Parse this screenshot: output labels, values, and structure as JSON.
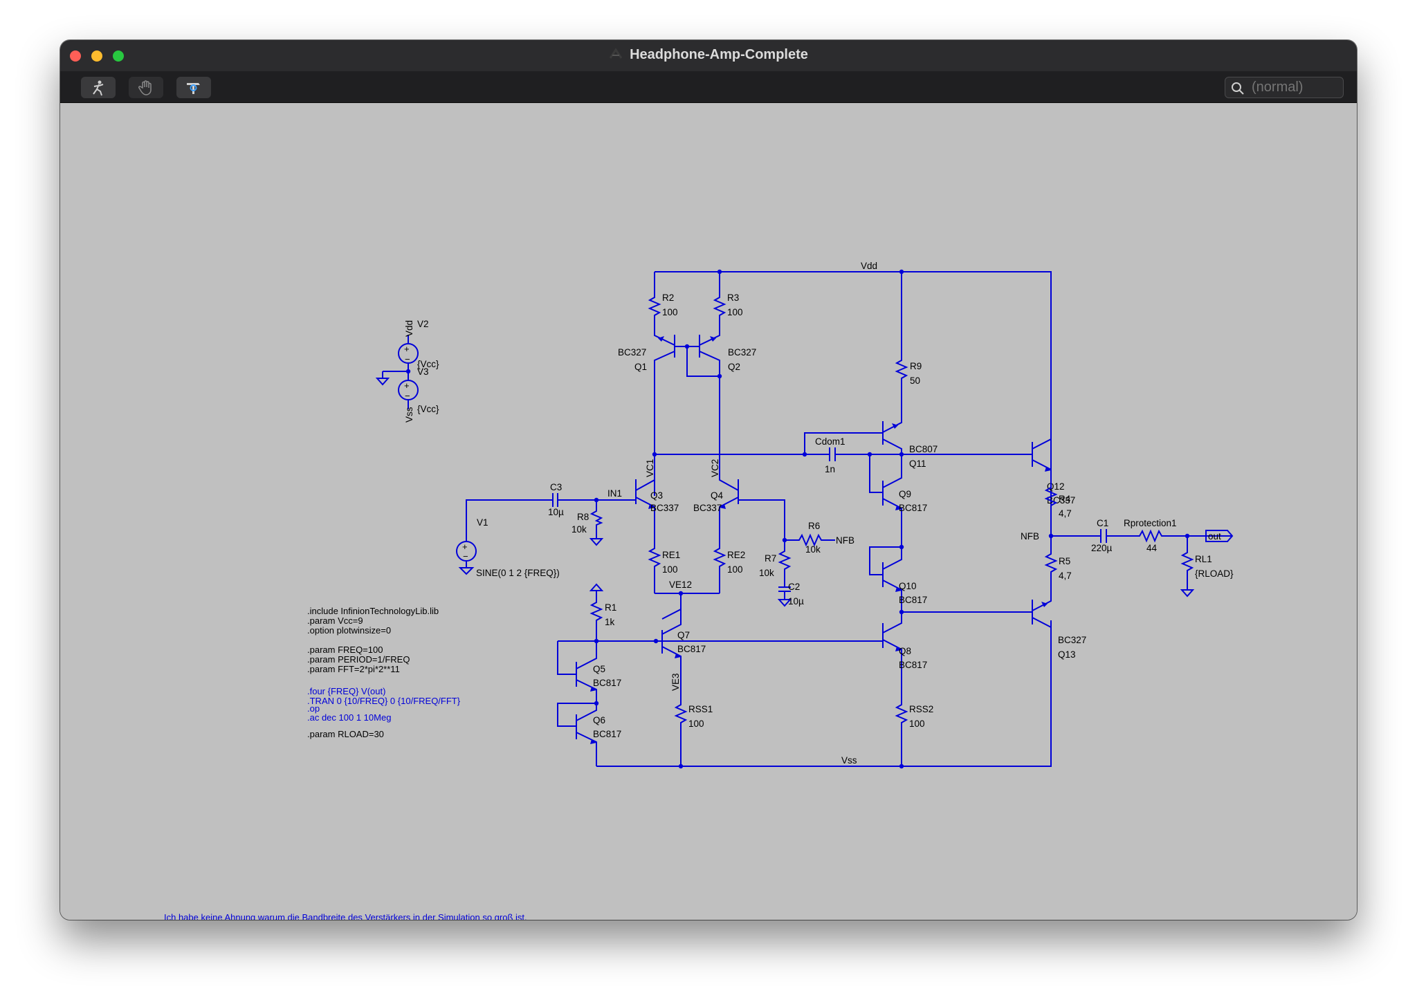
{
  "window": {
    "title": "Headphone-Amp-Complete"
  },
  "toolbar": {
    "tools": [
      "run-tool",
      "pan-tool",
      "tune-tool"
    ],
    "search_placeholder": "(normal)"
  },
  "schematic": {
    "nets": {
      "vdd": "Vdd",
      "vss": "Vss",
      "nfb_left": "NFB",
      "nfb_right": "NFB",
      "out": "out",
      "in1": "IN1",
      "vc1": "VC1",
      "vc2": "VC2",
      "ve12": "VE12",
      "ve3": "VE3"
    },
    "sources": {
      "v2": {
        "name": "V2",
        "value": "{Vcc}",
        "net": "Vdd"
      },
      "v3": {
        "name": "V3",
        "value": "{Vcc}",
        "net": "Vss"
      },
      "v1": {
        "name": "V1",
        "value": "SINE(0 1 2 {FREQ})"
      }
    },
    "resistors": {
      "r2": {
        "name": "R2",
        "value": "100"
      },
      "r3": {
        "name": "R3",
        "value": "100"
      },
      "r9": {
        "name": "R9",
        "value": "50"
      },
      "r8": {
        "name": "R8",
        "value": "10k"
      },
      "re1": {
        "name": "RE1",
        "value": "100"
      },
      "re2": {
        "name": "RE2",
        "value": "100"
      },
      "r7": {
        "name": "R7",
        "value": "10k"
      },
      "r6": {
        "name": "R6",
        "value": "10k"
      },
      "r1": {
        "name": "R1",
        "value": "1k"
      },
      "rss1": {
        "name": "RSS1",
        "value": "100"
      },
      "rss2": {
        "name": "RSS2",
        "value": "100"
      },
      "r4": {
        "name": "R4",
        "value": "4,7"
      },
      "r5": {
        "name": "R5",
        "value": "4,7"
      },
      "rprot": {
        "name": "Rprotection1",
        "value": "44"
      },
      "rl1": {
        "name": "RL1",
        "value": "{RLOAD}"
      }
    },
    "capacitors": {
      "c3": {
        "name": "C3",
        "value": "10µ"
      },
      "cdom1": {
        "name": "Cdom1",
        "value": "1n"
      },
      "c2": {
        "name": "C2",
        "value": "10µ"
      },
      "c1": {
        "name": "C1",
        "value": "220µ"
      }
    },
    "transistors": {
      "q1": {
        "name": "Q1",
        "model": "BC327"
      },
      "q2": {
        "name": "Q2",
        "model": "BC327"
      },
      "q3": {
        "name": "Q3",
        "model": "BC337"
      },
      "q4": {
        "name": "Q4",
        "model": "BC337"
      },
      "q5": {
        "name": "Q5",
        "model": "BC817"
      },
      "q6": {
        "name": "Q6",
        "model": "BC817"
      },
      "q7": {
        "name": "Q7",
        "model": "BC817"
      },
      "q8": {
        "name": "Q8",
        "model": "BC817"
      },
      "q9": {
        "name": "Q9",
        "model": "BC817"
      },
      "q10": {
        "name": "Q10",
        "model": "BC817"
      },
      "q11": {
        "name": "Q11",
        "model": "BC807"
      },
      "q12": {
        "name": "Q12",
        "model": "BC337"
      },
      "q13": {
        "name": "Q13",
        "model": "BC327"
      }
    },
    "directives": [
      ".include InfinionTechnologyLib.lib",
      ".param Vcc=9",
      ".option plotwinsize=0",
      ".param FREQ=100",
      ".param PERIOD=1/FREQ",
      ".param FFT=2*pi*2**11",
      ".four {FREQ} V(out)",
      ".TRAN 0 {10/FREQ} 0 {10/FREQ/FFT}",
      ".op",
      ".ac dec 100 1 10Meg",
      ".param RLOAD=30"
    ],
    "comment": "Ich habe keine Ahnung warum die Bandbreite des Verstärkers in der Simulation so groß ist."
  },
  "colors": {
    "wire": "#0000d8",
    "canvas": "#c0c0c0",
    "titlebar": "#2c2c2e",
    "text": "#000000"
  }
}
